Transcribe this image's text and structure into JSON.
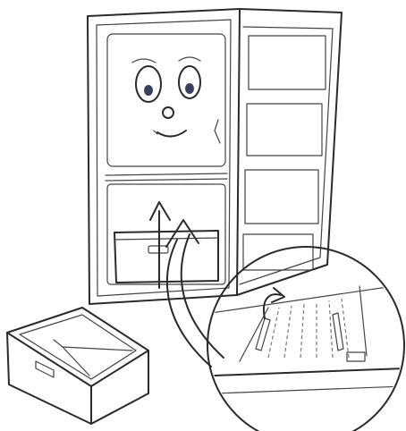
{
  "figure": {
    "kind": "line-drawing",
    "subject": "fridge-freezer-with-drawer-and-shelf-detail",
    "colors": {
      "ink": "#2a2a2a",
      "background": "#ffffff",
      "eye_pupil": "#3a3f5c",
      "door_shelf_fill": "#eef0f6"
    },
    "icons": [
      "fridge-face",
      "up-arrow",
      "curved-arrow",
      "loose-drawer",
      "shelf-magnifier"
    ]
  }
}
